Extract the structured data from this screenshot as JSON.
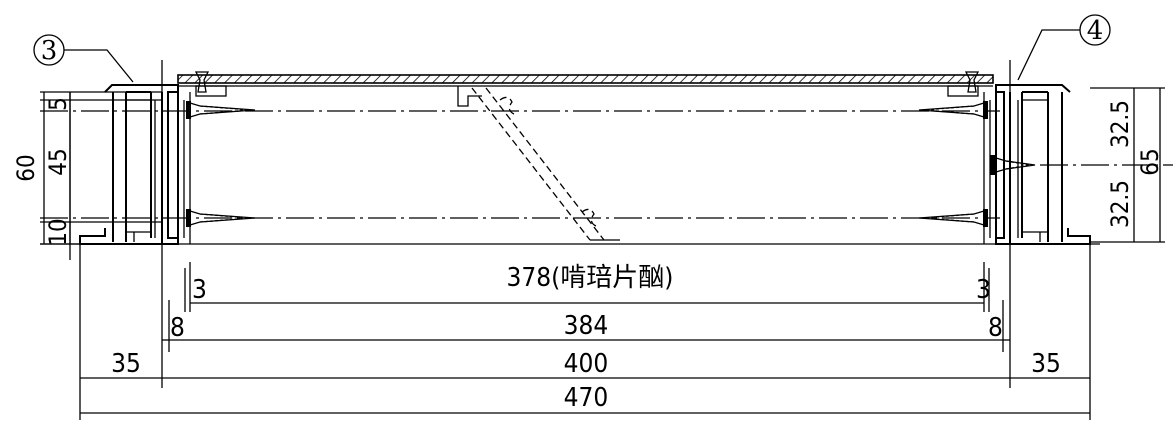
{
  "callouts": {
    "left": "3",
    "right": "4"
  },
  "dimensions": {
    "gap_left": "3",
    "gap_right": "3",
    "net_width": "378(啃琣片酗)",
    "side_left": "8",
    "side_right": "8",
    "inner_width": "384",
    "frame_left": "35",
    "frame_right": "35",
    "opening_width": "400",
    "overall_width": "470",
    "left_height": "60",
    "left_top": "5",
    "left_mid": "45",
    "left_bottom": "10",
    "right_height": "65",
    "right_top": "32.5",
    "right_bottom": "32.5"
  }
}
